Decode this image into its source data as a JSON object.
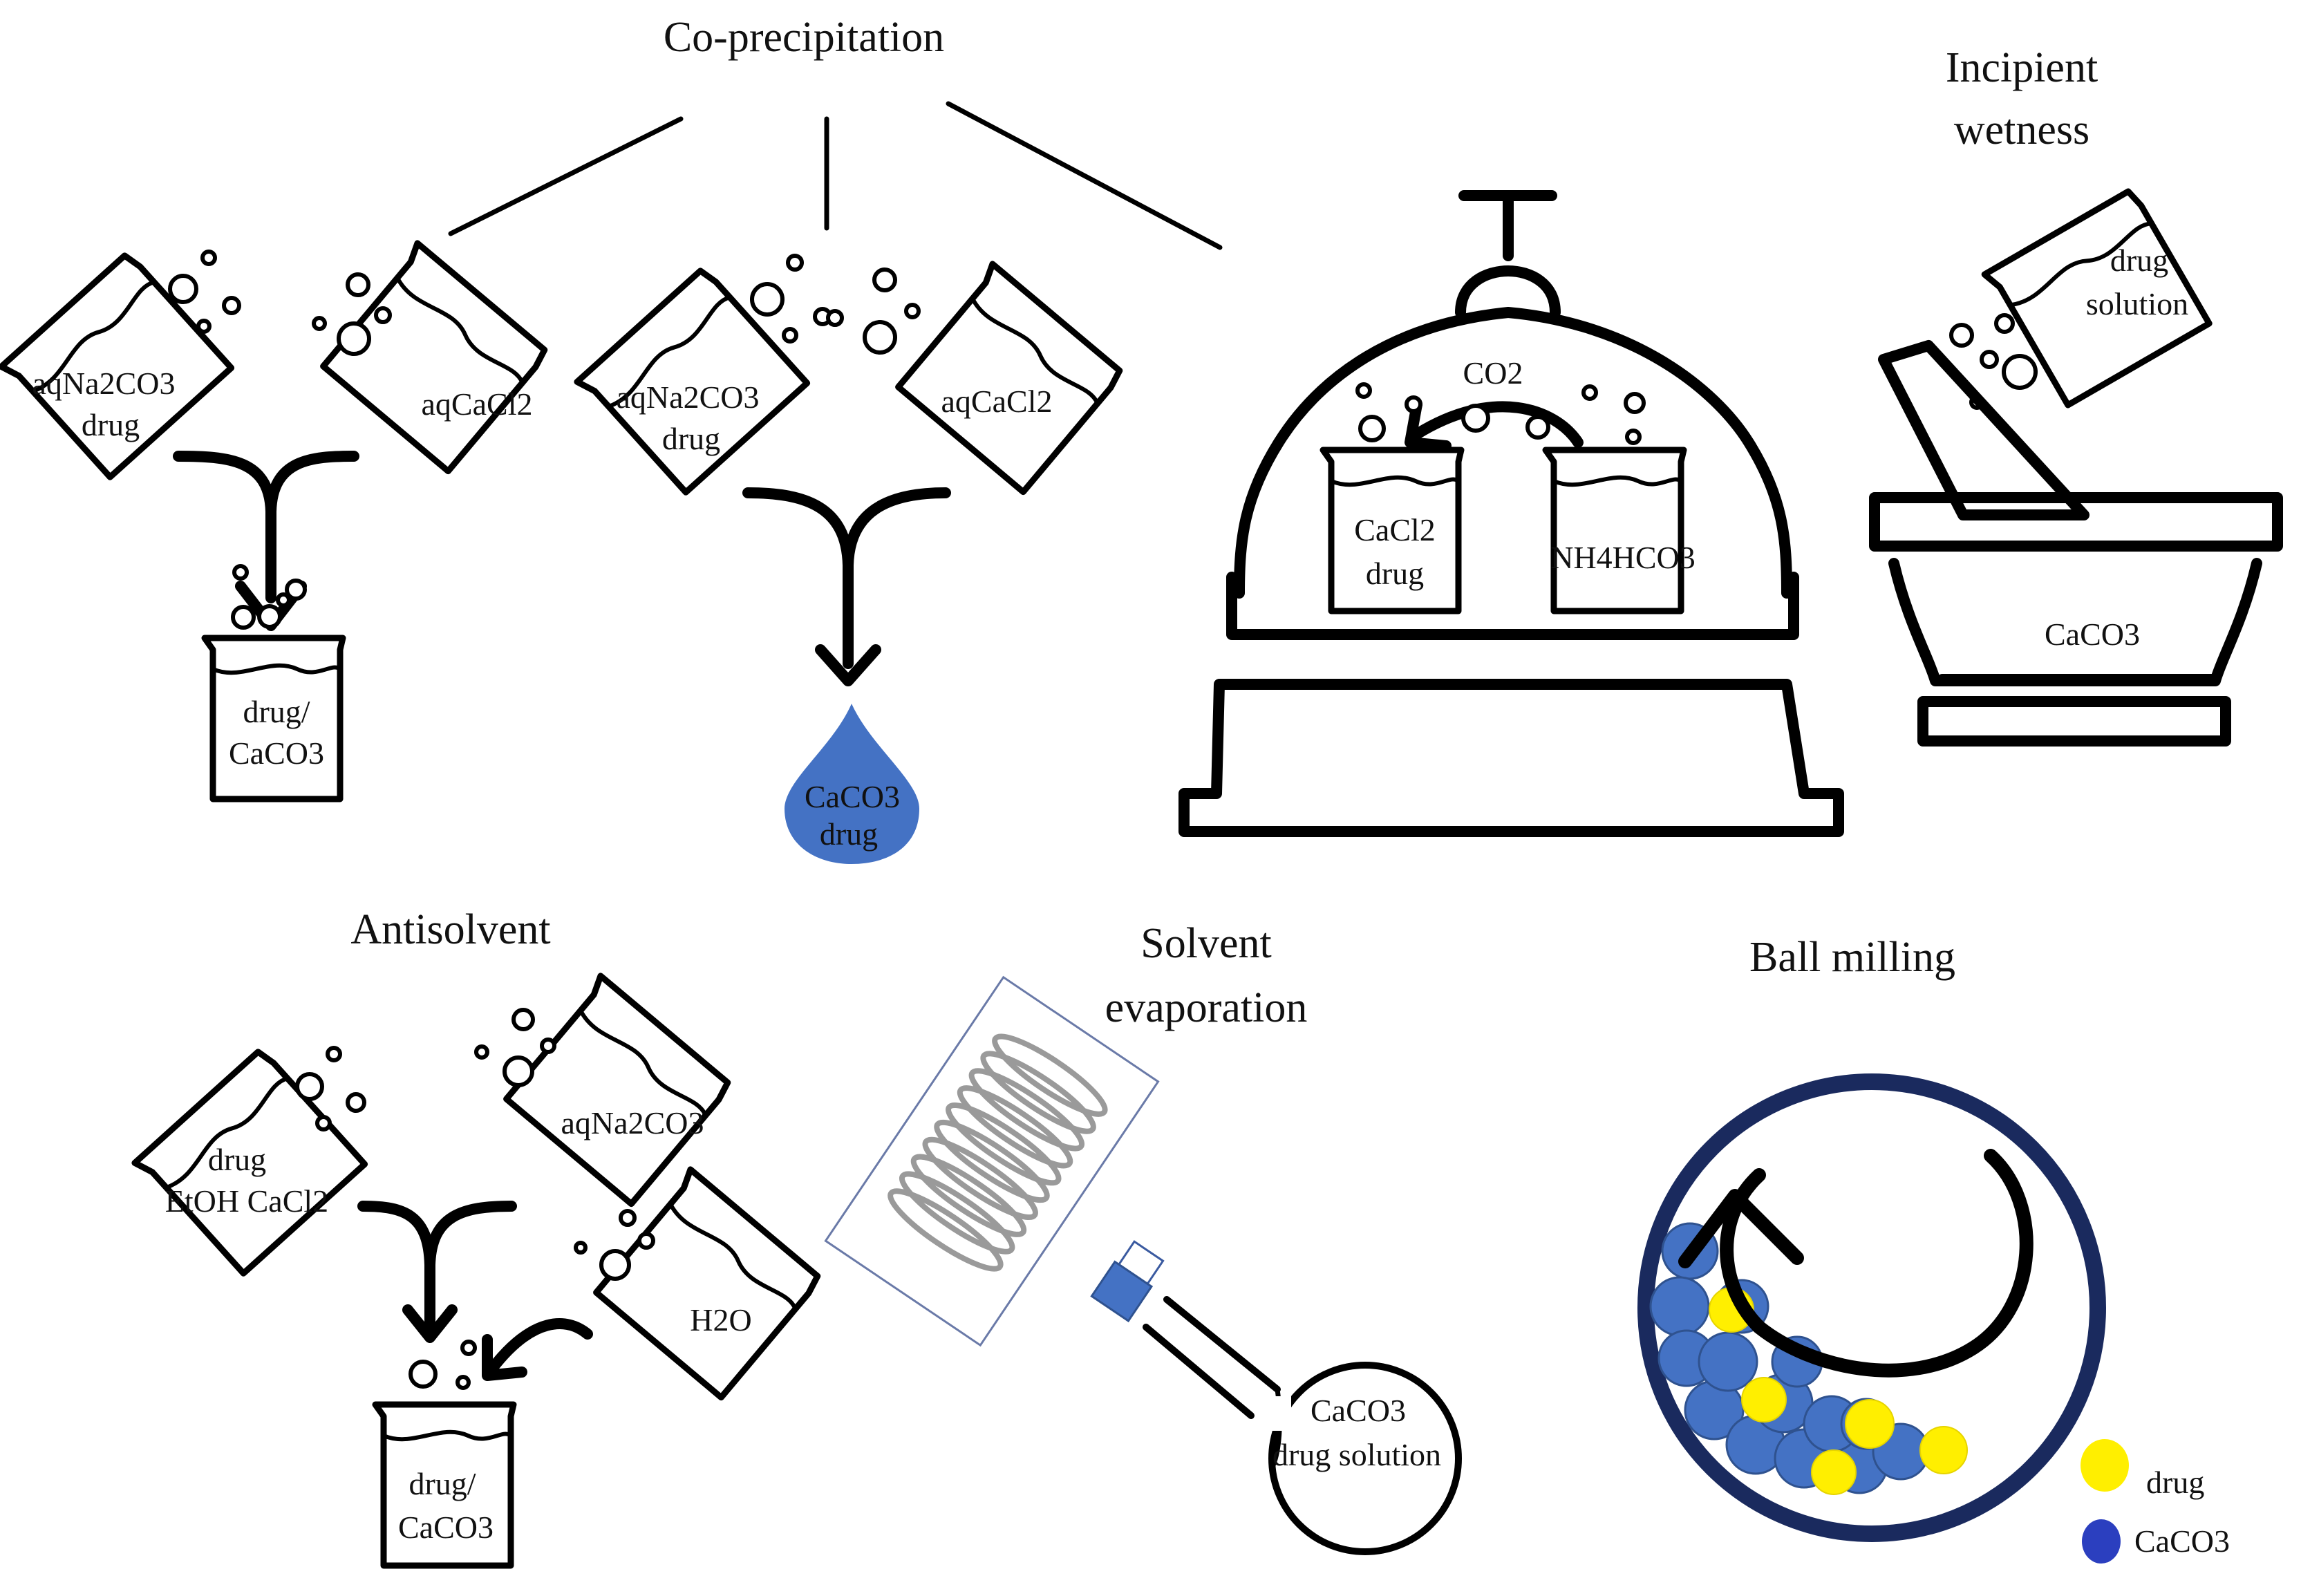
{
  "colors": {
    "line": "#000000",
    "drop_blue": "#4472c4",
    "mill_ring": "#1a2a5e",
    "caco3_ball": "#4472c4",
    "drug_ball": "#ffef00",
    "coil_gray": "#9a9a9a",
    "flask_outline": "#6a7aa8"
  },
  "coprecipitation": {
    "title": "Co-precipitation",
    "method1": {
      "beaker_left": [
        "aqNa2CO3",
        "drug"
      ],
      "beaker_right": "aqCaCl2",
      "result": [
        "drug/",
        "CaCO3"
      ]
    },
    "method2": {
      "beaker_left": [
        "aqNa2CO3",
        "drug"
      ],
      "beaker_right": "aqCaCl2",
      "drop": [
        "CaCO3",
        "drug"
      ]
    },
    "method3": {
      "gas": "CO2",
      "beaker_left": [
        "CaCl2",
        "drug"
      ],
      "beaker_right": "NH4HCO3"
    }
  },
  "incipient_wetness": {
    "title": [
      "Incipient",
      "wetness"
    ],
    "beaker": [
      "drug",
      "solution"
    ],
    "mortar": "CaCO3"
  },
  "antisolvent": {
    "title": "Antisolvent",
    "beaker_left": [
      "drug",
      "EtOH CaCl2"
    ],
    "beaker_top": "aqNa2CO3",
    "beaker_water": "H2O",
    "result": [
      "drug/",
      "CaCO3"
    ]
  },
  "solvent_evaporation": {
    "title": [
      "Solvent",
      "evaporation"
    ],
    "flask": [
      "CaCO3",
      "drug solution"
    ]
  },
  "ball_milling": {
    "title": "Ball milling",
    "legend": [
      {
        "label": "drug",
        "color": "#ffef00"
      },
      {
        "label": "CaCO3",
        "color": "#2b3fbf"
      }
    ]
  }
}
